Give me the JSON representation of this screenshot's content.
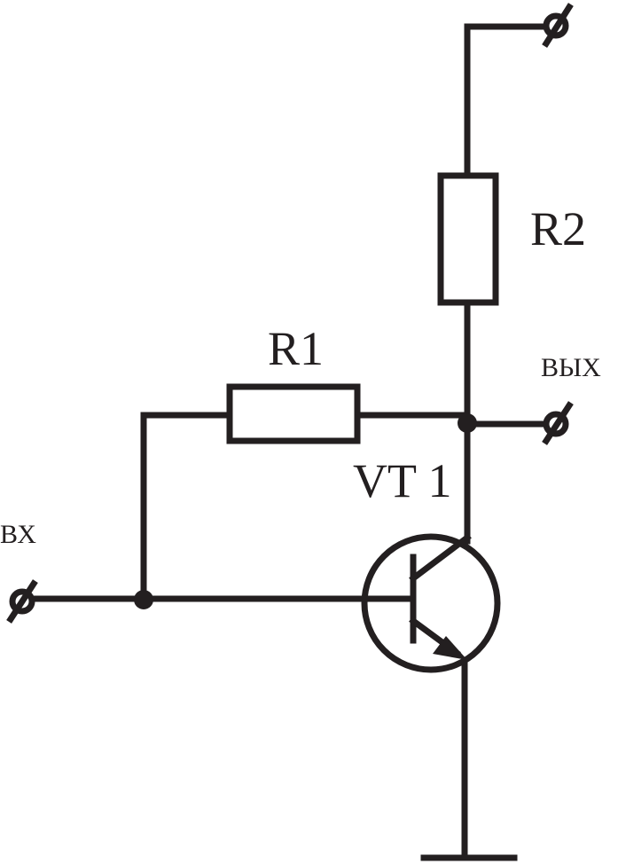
{
  "diagram": {
    "labels": {
      "r1": "R1",
      "r2": "R2",
      "vt1": "VT 1",
      "input": "ВХ",
      "output": "ВЫХ"
    },
    "colors": {
      "ink": "#231f20",
      "background": "#ffffff"
    },
    "components": [
      {
        "id": "R1",
        "kind": "resistor"
      },
      {
        "id": "R2",
        "kind": "resistor"
      },
      {
        "id": "VT 1",
        "kind": "npn-transistor"
      }
    ],
    "terminals": [
      {
        "id": "supply",
        "kind": "terminal"
      },
      {
        "id": "input",
        "kind": "terminal"
      },
      {
        "id": "output",
        "kind": "terminal"
      },
      {
        "id": "ground",
        "kind": "ground"
      }
    ]
  }
}
